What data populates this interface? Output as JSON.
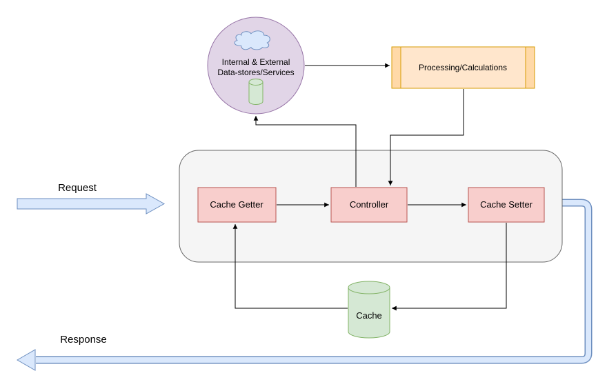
{
  "diagram": {
    "nodes": {
      "datastores": {
        "label_line1": "Internal & External",
        "label_line2": "Data-stores/Services",
        "icons": [
          "cloud-icon",
          "database-icon"
        ]
      },
      "processing": {
        "label": "Processing/Calculations"
      },
      "cache_getter": {
        "label": "Cache Getter"
      },
      "controller": {
        "label": "Controller"
      },
      "cache_setter": {
        "label": "Cache Setter"
      },
      "cache": {
        "label": "Cache",
        "icon": "database-cylinder"
      }
    },
    "flows": {
      "request_label": "Request",
      "response_label": "Response"
    },
    "edges": [
      {
        "from": "datastores",
        "to": "processing"
      },
      {
        "from": "processing",
        "to": "controller"
      },
      {
        "from": "controller",
        "to": "datastores"
      },
      {
        "from": "cache_getter",
        "to": "controller"
      },
      {
        "from": "controller",
        "to": "cache_setter"
      },
      {
        "from": "cache_setter",
        "to": "cache"
      },
      {
        "from": "cache",
        "to": "cache_getter"
      }
    ],
    "colors": {
      "purple_fill": "#E1D5E7",
      "purple_stroke": "#9673A6",
      "blue_fill": "#DAE8FC",
      "blue_stroke": "#6C8EBF",
      "orange_fill": "#FFE6CC",
      "orange_bar_fill": "#FFD9A8",
      "orange_stroke": "#D79B00",
      "red_fill": "#F8CECC",
      "red_stroke": "#B85450",
      "green_fill": "#D5E8D4",
      "green_stroke": "#82B366",
      "container_fill": "#F5F5F5",
      "container_stroke": "#666666",
      "connector": "#000000",
      "background": "#FFFFFF"
    }
  }
}
